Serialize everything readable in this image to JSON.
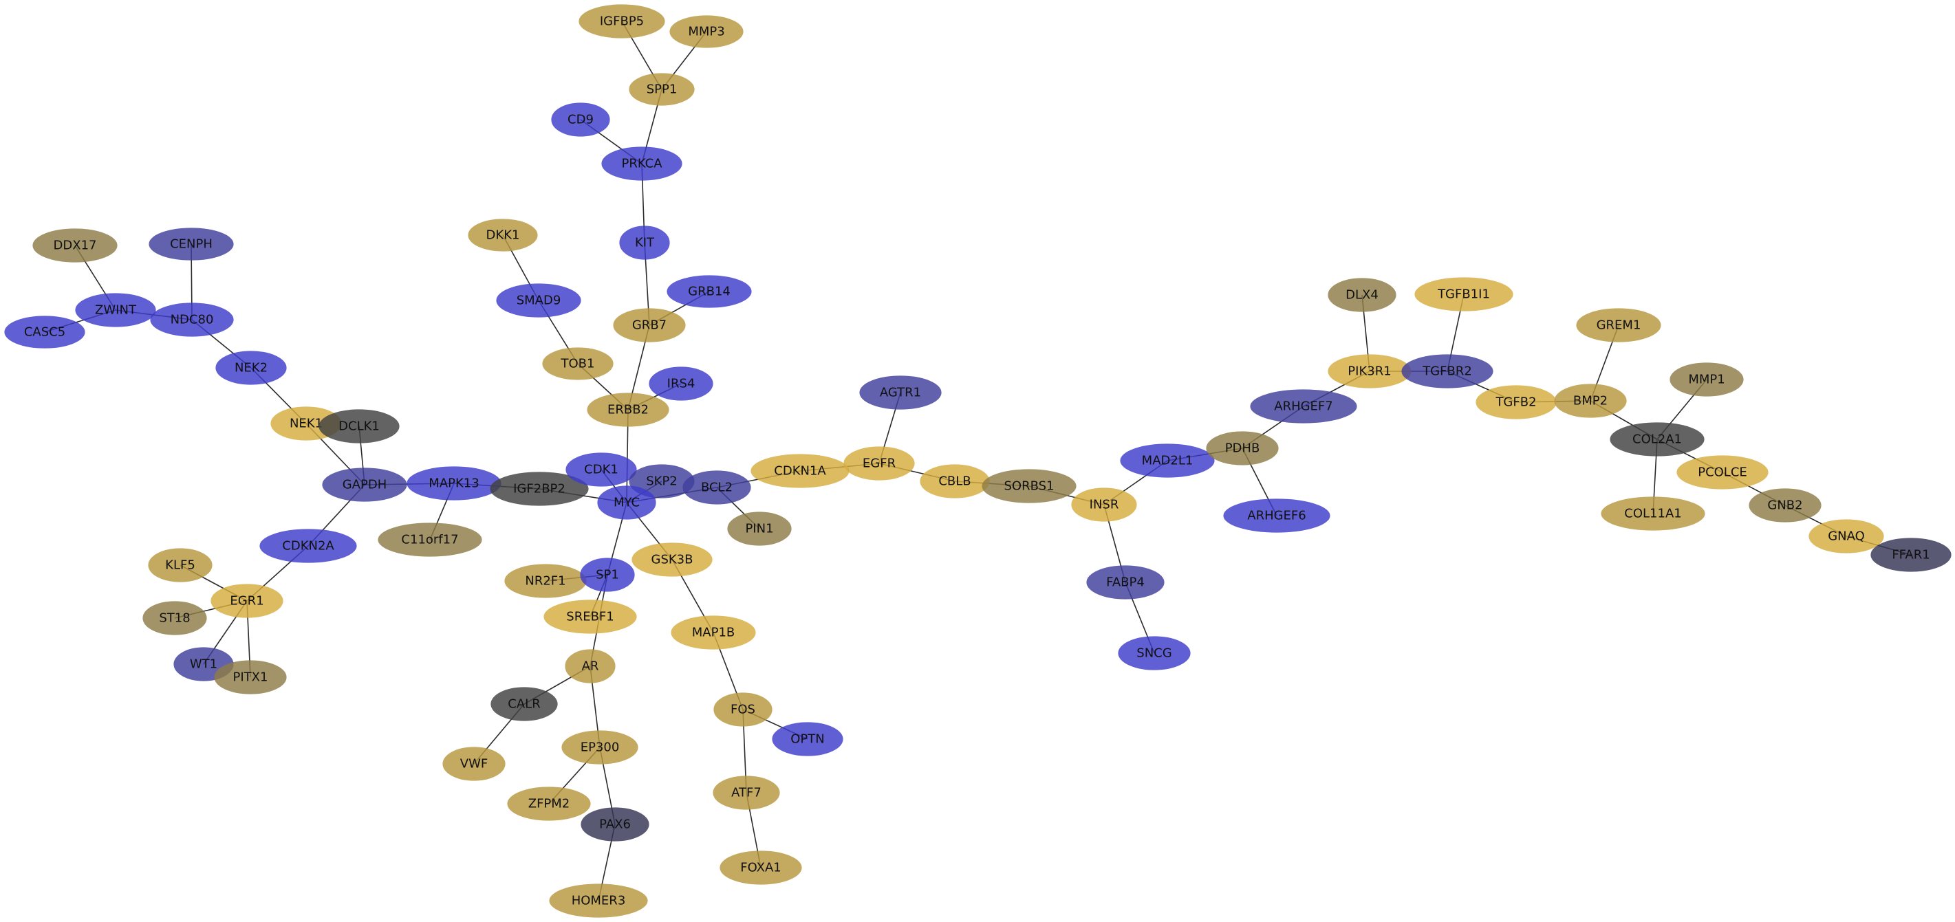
{
  "colors": {
    "gold": "#d6ad3f",
    "tan": "#b8983f",
    "olive": "#8e7d47",
    "blue": "#3e3ccb",
    "slate": "#403f9c",
    "navy": "#2a2a6e",
    "charcoal": "#424242",
    "grayblue": "#353556"
  },
  "nodes": [
    {
      "id": "IGFBP5",
      "label": "IGFBP5",
      "color": "tan"
    },
    {
      "id": "MMP3",
      "label": "MMP3",
      "color": "tan"
    },
    {
      "id": "SPP1",
      "label": "SPP1",
      "color": "tan"
    },
    {
      "id": "CD9",
      "label": "CD9",
      "color": "blue"
    },
    {
      "id": "PRKCA",
      "label": "PRKCA",
      "color": "blue"
    },
    {
      "id": "KIT",
      "label": "KIT",
      "color": "blue"
    },
    {
      "id": "GRB14",
      "label": "GRB14",
      "color": "blue"
    },
    {
      "id": "GRB7",
      "label": "GRB7",
      "color": "tan"
    },
    {
      "id": "DKK1",
      "label": "DKK1",
      "color": "tan"
    },
    {
      "id": "SMAD9",
      "label": "SMAD9",
      "color": "blue"
    },
    {
      "id": "TOB1",
      "label": "TOB1",
      "color": "tan"
    },
    {
      "id": "IRS4",
      "label": "IRS4",
      "color": "blue"
    },
    {
      "id": "ERBB2",
      "label": "ERBB2",
      "color": "tan"
    },
    {
      "id": "DDX17",
      "label": "DDX17",
      "color": "olive"
    },
    {
      "id": "CENPH",
      "label": "CENPH",
      "color": "slate"
    },
    {
      "id": "ZWINT",
      "label": "ZWINT",
      "color": "blue"
    },
    {
      "id": "CASC5",
      "label": "CASC5",
      "color": "blue"
    },
    {
      "id": "NDC80",
      "label": "NDC80",
      "color": "blue"
    },
    {
      "id": "NEK2",
      "label": "NEK2",
      "color": "blue"
    },
    {
      "id": "NEK1",
      "label": "NEK1",
      "color": "gold"
    },
    {
      "id": "DCLK1",
      "label": "DCLK1",
      "color": "charcoal"
    },
    {
      "id": "GAPDH",
      "label": "GAPDH",
      "color": "slate"
    },
    {
      "id": "MAPK13",
      "label": "MAPK13",
      "color": "blue"
    },
    {
      "id": "IGF2BP2",
      "label": "IGF2BP2",
      "color": "charcoal"
    },
    {
      "id": "C11orf17",
      "label": "C11orf17",
      "color": "olive"
    },
    {
      "id": "CDKN2A",
      "label": "CDKN2A",
      "color": "blue"
    },
    {
      "id": "KLF5",
      "label": "KLF5",
      "color": "tan"
    },
    {
      "id": "EGR1",
      "label": "EGR1",
      "color": "gold"
    },
    {
      "id": "ST18",
      "label": "ST18",
      "color": "olive"
    },
    {
      "id": "WT1",
      "label": "WT1",
      "color": "slate"
    },
    {
      "id": "PITX1",
      "label": "PITX1",
      "color": "olive"
    },
    {
      "id": "CDK1",
      "label": "CDK1",
      "color": "blue"
    },
    {
      "id": "SKP2",
      "label": "SKP2",
      "color": "slate"
    },
    {
      "id": "MYC",
      "label": "MYC",
      "color": "blue"
    },
    {
      "id": "BCL2",
      "label": "BCL2",
      "color": "slate"
    },
    {
      "id": "PIN1",
      "label": "PIN1",
      "color": "olive"
    },
    {
      "id": "NR2F1",
      "label": "NR2F1",
      "color": "tan"
    },
    {
      "id": "SP1",
      "label": "SP1",
      "color": "blue"
    },
    {
      "id": "SREBF1",
      "label": "SREBF1",
      "color": "gold"
    },
    {
      "id": "GSK3B",
      "label": "GSK3B",
      "color": "gold"
    },
    {
      "id": "MAP1B",
      "label": "MAP1B",
      "color": "gold"
    },
    {
      "id": "AR",
      "label": "AR",
      "color": "tan"
    },
    {
      "id": "CALR",
      "label": "CALR",
      "color": "charcoal"
    },
    {
      "id": "VWF",
      "label": "VWF",
      "color": "tan"
    },
    {
      "id": "EP300",
      "label": "EP300",
      "color": "tan"
    },
    {
      "id": "ZFPM2",
      "label": "ZFPM2",
      "color": "tan"
    },
    {
      "id": "PAX6",
      "label": "PAX6",
      "color": "grayblue"
    },
    {
      "id": "HOMER3",
      "label": "HOMER3",
      "color": "tan"
    },
    {
      "id": "FOS",
      "label": "FOS",
      "color": "tan"
    },
    {
      "id": "OPTN",
      "label": "OPTN",
      "color": "blue"
    },
    {
      "id": "ATF7",
      "label": "ATF7",
      "color": "tan"
    },
    {
      "id": "FOXA1",
      "label": "FOXA1",
      "color": "tan"
    },
    {
      "id": "CDKN1A",
      "label": "CDKN1A",
      "color": "gold"
    },
    {
      "id": "AGTR1",
      "label": "AGTR1",
      "color": "slate"
    },
    {
      "id": "EGFR",
      "label": "EGFR",
      "color": "gold"
    },
    {
      "id": "CBLB",
      "label": "CBLB",
      "color": "gold"
    },
    {
      "id": "SORBS1",
      "label": "SORBS1",
      "color": "olive"
    },
    {
      "id": "INSR",
      "label": "INSR",
      "color": "gold"
    },
    {
      "id": "MAD2L1",
      "label": "MAD2L1",
      "color": "blue"
    },
    {
      "id": "FABP4",
      "label": "FABP4",
      "color": "slate"
    },
    {
      "id": "SNCG",
      "label": "SNCG",
      "color": "blue"
    },
    {
      "id": "PDHB",
      "label": "PDHB",
      "color": "olive"
    },
    {
      "id": "ARHGEF7",
      "label": "ARHGEF7",
      "color": "slate"
    },
    {
      "id": "ARHGEF6",
      "label": "ARHGEF6",
      "color": "blue"
    },
    {
      "id": "DLX4",
      "label": "DLX4",
      "color": "olive"
    },
    {
      "id": "PIK3R1",
      "label": "PIK3R1",
      "color": "gold"
    },
    {
      "id": "TGFB1I1",
      "label": "TGFB1I1",
      "color": "gold"
    },
    {
      "id": "TGFBR2",
      "label": "TGFBR2",
      "color": "slate"
    },
    {
      "id": "TGFB2",
      "label": "TGFB2",
      "color": "gold"
    },
    {
      "id": "GREM1",
      "label": "GREM1",
      "color": "tan"
    },
    {
      "id": "BMP2",
      "label": "BMP2",
      "color": "tan"
    },
    {
      "id": "MMP1",
      "label": "MMP1",
      "color": "olive"
    },
    {
      "id": "COL2A1",
      "label": "COL2A1",
      "color": "charcoal"
    },
    {
      "id": "PCOLCE",
      "label": "PCOLCE",
      "color": "gold"
    },
    {
      "id": "COL11A1",
      "label": "COL11A1",
      "color": "tan"
    },
    {
      "id": "GNB2",
      "label": "GNB2",
      "color": "olive"
    },
    {
      "id": "GNAQ",
      "label": "GNAQ",
      "color": "gold"
    },
    {
      "id": "FFAR1",
      "label": "FFAR1",
      "color": "grayblue"
    }
  ],
  "edges": [
    [
      "IGFBP5",
      "SPP1"
    ],
    [
      "MMP3",
      "SPP1"
    ],
    [
      "SPP1",
      "PRKCA"
    ],
    [
      "CD9",
      "PRKCA"
    ],
    [
      "PRKCA",
      "KIT"
    ],
    [
      "KIT",
      "GRB7"
    ],
    [
      "GRB14",
      "GRB7"
    ],
    [
      "GRB7",
      "ERBB2"
    ],
    [
      "DKK1",
      "SMAD9"
    ],
    [
      "SMAD9",
      "TOB1"
    ],
    [
      "TOB1",
      "ERBB2"
    ],
    [
      "IRS4",
      "ERBB2"
    ],
    [
      "ERBB2",
      "MYC"
    ],
    [
      "DDX17",
      "ZWINT"
    ],
    [
      "CENPH",
      "NDC80"
    ],
    [
      "CASC5",
      "ZWINT"
    ],
    [
      "ZWINT",
      "NDC80"
    ],
    [
      "NDC80",
      "NEK2"
    ],
    [
      "NEK2",
      "NEK1"
    ],
    [
      "NEK1",
      "GAPDH"
    ],
    [
      "DCLK1",
      "GAPDH"
    ],
    [
      "GAPDH",
      "MAPK13"
    ],
    [
      "GAPDH",
      "CDKN2A"
    ],
    [
      "MAPK13",
      "IGF2BP2"
    ],
    [
      "MAPK13",
      "C11orf17"
    ],
    [
      "IGF2BP2",
      "MYC"
    ],
    [
      "CDKN2A",
      "EGR1"
    ],
    [
      "KLF5",
      "EGR1"
    ],
    [
      "ST18",
      "EGR1"
    ],
    [
      "EGR1",
      "WT1"
    ],
    [
      "EGR1",
      "PITX1"
    ],
    [
      "CDK1",
      "MYC"
    ],
    [
      "SKP2",
      "MYC"
    ],
    [
      "MYC",
      "BCL2"
    ],
    [
      "BCL2",
      "PIN1"
    ],
    [
      "BCL2",
      "CDKN1A"
    ],
    [
      "MYC",
      "SP1"
    ],
    [
      "MYC",
      "GSK3B"
    ],
    [
      "NR2F1",
      "SP1"
    ],
    [
      "SP1",
      "SREBF1"
    ],
    [
      "SP1",
      "AR"
    ],
    [
      "GSK3B",
      "MAP1B"
    ],
    [
      "MAP1B",
      "FOS"
    ],
    [
      "AR",
      "CALR"
    ],
    [
      "CALR",
      "VWF"
    ],
    [
      "AR",
      "EP300"
    ],
    [
      "EP300",
      "ZFPM2"
    ],
    [
      "EP300",
      "PAX6"
    ],
    [
      "PAX6",
      "HOMER3"
    ],
    [
      "FOS",
      "OPTN"
    ],
    [
      "FOS",
      "ATF7"
    ],
    [
      "ATF7",
      "FOXA1"
    ],
    [
      "CDKN1A",
      "EGFR"
    ],
    [
      "AGTR1",
      "EGFR"
    ],
    [
      "EGFR",
      "CBLB"
    ],
    [
      "CBLB",
      "SORBS1"
    ],
    [
      "SORBS1",
      "INSR"
    ],
    [
      "INSR",
      "MAD2L1"
    ],
    [
      "INSR",
      "FABP4"
    ],
    [
      "FABP4",
      "SNCG"
    ],
    [
      "MAD2L1",
      "PDHB"
    ],
    [
      "PDHB",
      "ARHGEF7"
    ],
    [
      "PDHB",
      "ARHGEF6"
    ],
    [
      "ARHGEF7",
      "PIK3R1"
    ],
    [
      "DLX4",
      "PIK3R1"
    ],
    [
      "PIK3R1",
      "TGFBR2"
    ],
    [
      "TGFB1I1",
      "TGFBR2"
    ],
    [
      "TGFBR2",
      "TGFB2"
    ],
    [
      "TGFB2",
      "BMP2"
    ],
    [
      "GREM1",
      "BMP2"
    ],
    [
      "BMP2",
      "COL2A1"
    ],
    [
      "MMP1",
      "COL2A1"
    ],
    [
      "COL2A1",
      "PCOLCE"
    ],
    [
      "COL2A1",
      "COL11A1"
    ],
    [
      "PCOLCE",
      "GNB2"
    ],
    [
      "GNB2",
      "GNAQ"
    ],
    [
      "GNAQ",
      "FFAR1"
    ]
  ]
}
